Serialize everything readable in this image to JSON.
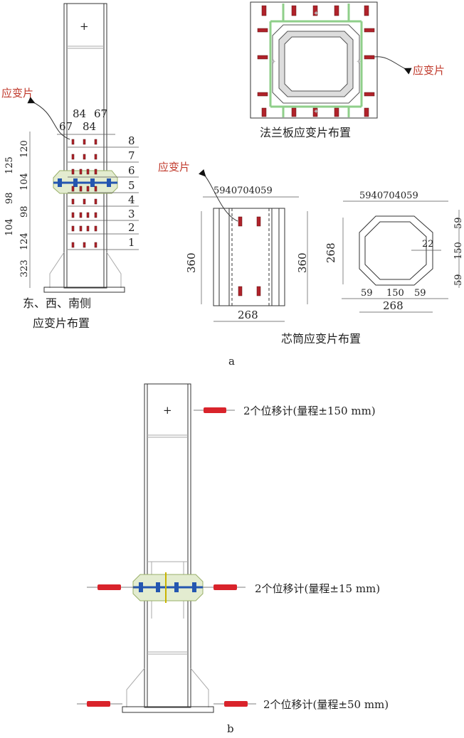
{
  "panel_a": {
    "label": "a",
    "side_view": {
      "strain_gauge_label": "应变片",
      "top_dims_upper": [
        "84",
        "67"
      ],
      "top_dims_lower": [
        "67",
        "84"
      ],
      "level_labels": [
        "8",
        "7",
        "6",
        "5",
        "4",
        "3",
        "2",
        "1"
      ],
      "vertical_dims": [
        "120",
        "125",
        "104",
        "98",
        "98",
        "104",
        "124",
        "323"
      ],
      "caption_line1": "东、西、南侧",
      "caption_line2": "应变片布置"
    },
    "flange_plate": {
      "strain_gauge_label": "应变片",
      "caption": "法兰板应变片布置"
    },
    "core_tube": {
      "strain_gauge_label": "应变片",
      "elevation_top_dims": "5940704059",
      "elevation_height_left": "360",
      "elevation_height_right": "360",
      "elevation_width": "268",
      "section_top_dims": "5940704059",
      "section_height": "268",
      "section_right_dims": [
        "59",
        "150",
        "59"
      ],
      "section_thickness": "22",
      "section_bottom_dims": [
        "59",
        "150",
        "59"
      ],
      "section_width": "268",
      "caption": "芯筒应变片布置"
    }
  },
  "panel_b": {
    "label": "b",
    "meters": [
      {
        "text": "2个位移计(量程±150 mm)"
      },
      {
        "text": "2个位移计(量程±15 mm)"
      },
      {
        "text": "2个位移计(量程±50 mm)"
      }
    ],
    "colors": {
      "meter": "#d9232b",
      "gauge": "#b0222a",
      "label_red": "#c0392b"
    }
  }
}
